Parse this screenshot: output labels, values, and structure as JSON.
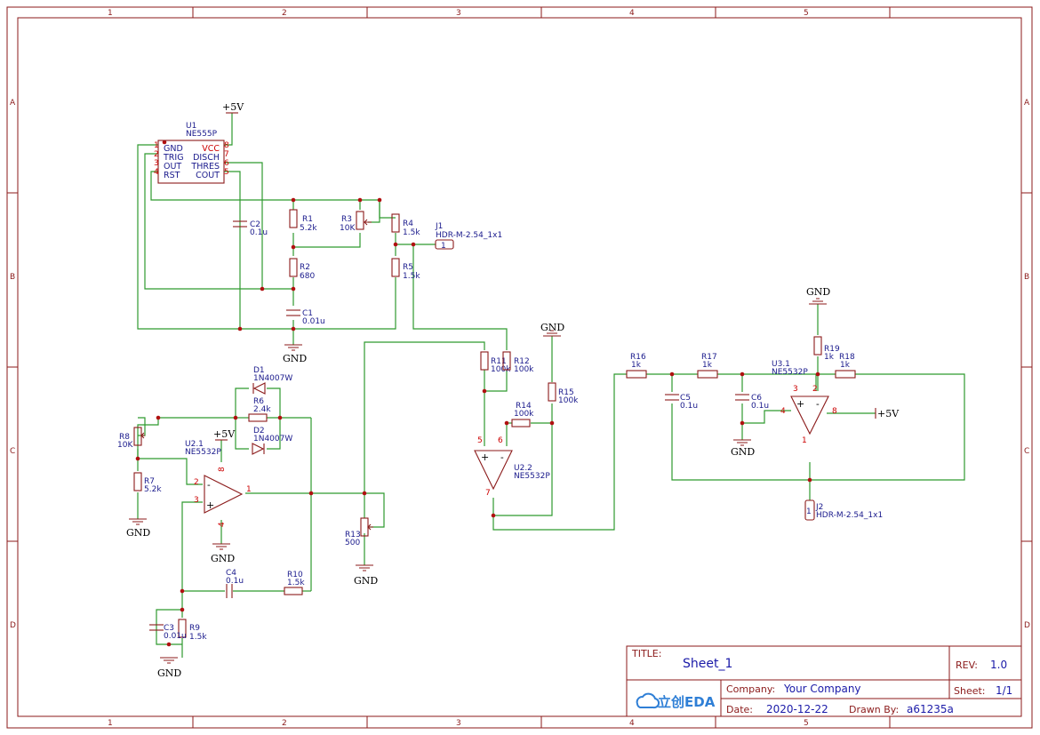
{
  "colors": {
    "frame": "#8b1a1a",
    "wire": "#2f9a2f",
    "designator": "#1a1a8c",
    "pin": "#cc0000",
    "value": "#1a1aa8"
  },
  "grid": {
    "columns": [
      "1",
      "2",
      "3",
      "4",
      "5"
    ],
    "rows": [
      "A",
      "B",
      "C",
      "D"
    ]
  },
  "u1": {
    "designator": "U1",
    "part": "NE555P",
    "left_pins": [
      {
        "num": "1",
        "name": "GND"
      },
      {
        "num": "2",
        "name": "TRIG"
      },
      {
        "num": "3",
        "name": "OUT"
      },
      {
        "num": "4",
        "name": "RST"
      }
    ],
    "right_pins": [
      {
        "num": "8",
        "name": "VCC"
      },
      {
        "num": "7",
        "name": "DISCH"
      },
      {
        "num": "6",
        "name": "THRES"
      },
      {
        "num": "5",
        "name": "COUT"
      }
    ]
  },
  "resistors": [
    {
      "ref": "R1",
      "value": "5.2k"
    },
    {
      "ref": "R2",
      "value": "680"
    },
    {
      "ref": "R3",
      "value": "10K"
    },
    {
      "ref": "R4",
      "value": "1.5k"
    },
    {
      "ref": "R5",
      "value": "1.5k"
    },
    {
      "ref": "R6",
      "value": "2.4k"
    },
    {
      "ref": "R7",
      "value": "5.2k"
    },
    {
      "ref": "R8",
      "value": "10K"
    },
    {
      "ref": "R9",
      "value": "1.5k"
    },
    {
      "ref": "R10",
      "value": "1.5k"
    },
    {
      "ref": "R11",
      "value": "100k"
    },
    {
      "ref": "R12",
      "value": "100k"
    },
    {
      "ref": "R13",
      "value": "500"
    },
    {
      "ref": "R14",
      "value": "100k"
    },
    {
      "ref": "R15",
      "value": "100k"
    },
    {
      "ref": "R16",
      "value": "1k"
    },
    {
      "ref": "R17",
      "value": "1k"
    },
    {
      "ref": "R18",
      "value": "1k"
    },
    {
      "ref": "R19",
      "value": "1k"
    }
  ],
  "capacitors": [
    {
      "ref": "C1",
      "value": "0.01u"
    },
    {
      "ref": "C2",
      "value": "0.1u"
    },
    {
      "ref": "C3",
      "value": "0.01u"
    },
    {
      "ref": "C4",
      "value": "0.1u"
    },
    {
      "ref": "C5",
      "value": "0.1u"
    },
    {
      "ref": "C6",
      "value": "0.1u"
    }
  ],
  "diodes": [
    {
      "ref": "D1",
      "value": "1N4007W"
    },
    {
      "ref": "D2",
      "value": "1N4007W"
    }
  ],
  "opamps": [
    {
      "ref": "U2.1",
      "value": "NE5532P",
      "pins": [
        "2",
        "3",
        "8",
        "4",
        "1"
      ]
    },
    {
      "ref": "U2.2",
      "value": "NE5532P",
      "pins": [
        "5",
        "6",
        "7"
      ]
    },
    {
      "ref": "U3.1",
      "value": "NE5532P",
      "pins": [
        "3",
        "2",
        "4",
        "8",
        "1"
      ]
    }
  ],
  "headers": [
    {
      "ref": "J1",
      "value": "HDR-M-2.54_1x1",
      "pin": "1"
    },
    {
      "ref": "J2",
      "value": "HDR-M-2.54_1x1",
      "pin": "1"
    }
  ],
  "nets": {
    "vcc": "+5V",
    "gnd": "GND"
  },
  "sign": {
    "minus": "-",
    "plus": "+"
  },
  "title_block": {
    "title_label": "TITLE:",
    "title": "Sheet_1",
    "rev_label": "REV:",
    "rev": "1.0",
    "company_label": "Company:",
    "company": "Your Company",
    "sheet_label": "Sheet:",
    "sheet": "1/1",
    "date_label": "Date:",
    "date": "2020-12-22",
    "drawn_label": "Drawn By:",
    "drawn_by": "a61235a",
    "logo_text": "立创EDA"
  }
}
